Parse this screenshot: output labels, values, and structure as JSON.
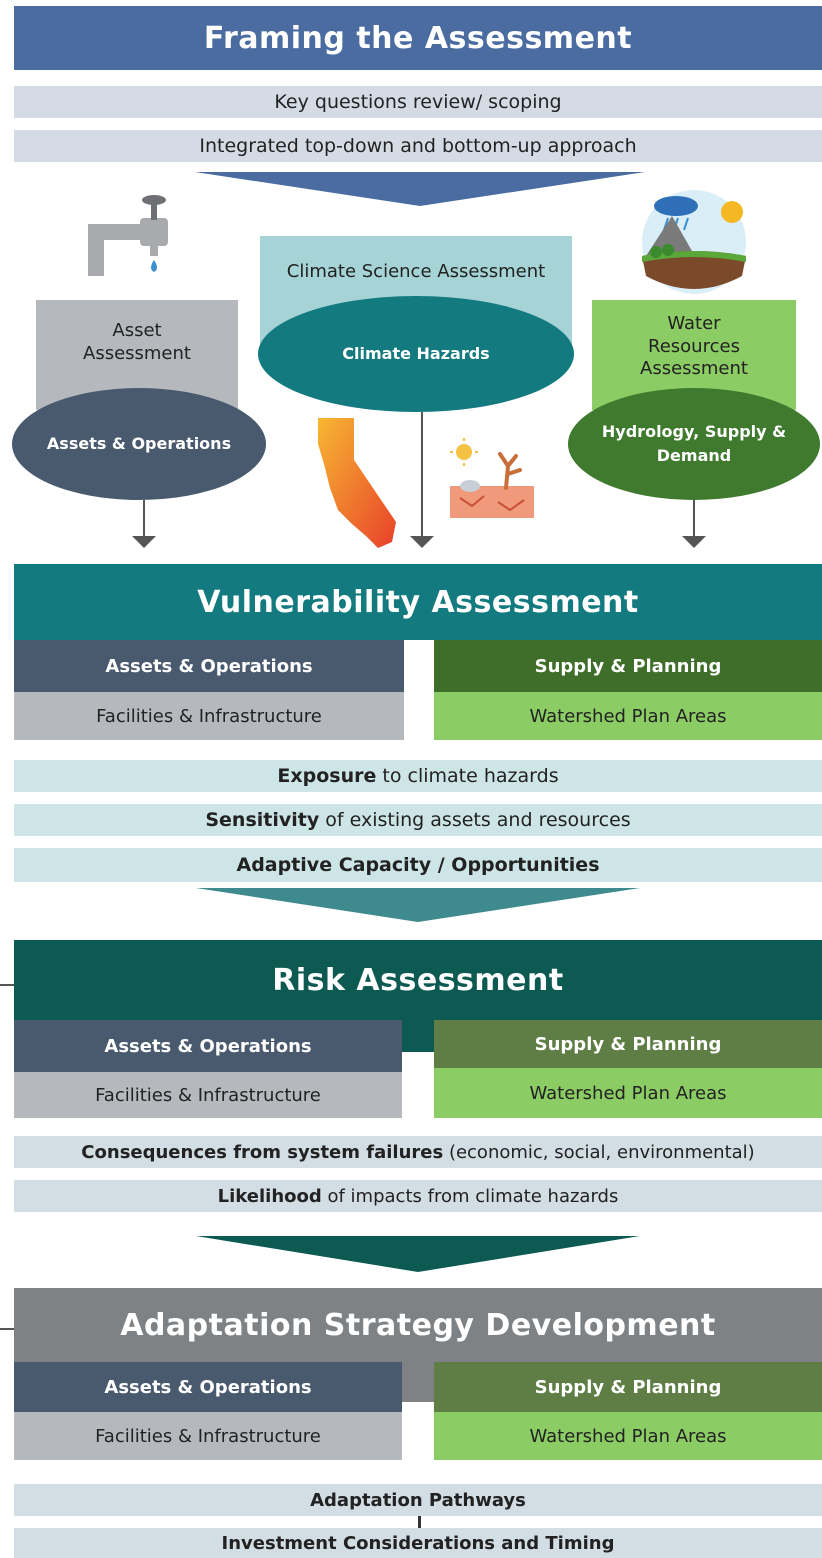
{
  "framing": {
    "title": "Framing the Assessment",
    "bar1": "Key questions review/ scoping",
    "bar2": "Integrated top-down and bottom-up approach"
  },
  "inputs": {
    "asset": {
      "box": "Asset\nAssessment",
      "ellipse": "Assets & Operations"
    },
    "climate": {
      "box": "Climate Science Assessment",
      "ellipse": "Climate Hazards"
    },
    "water": {
      "box": "Water\nResources\nAssessment",
      "ellipse": "Hydrology, Supply &\nDemand"
    }
  },
  "vulnerability": {
    "title": "Vulnerability Assessment",
    "left_head": "Assets & Operations",
    "left_sub": "Facilities & Infrastructure",
    "right_head": "Supply & Planning",
    "right_sub": "Watershed Plan Areas",
    "item1_bold": "Exposure",
    "item1_rest": " to climate hazards",
    "item2_bold": "Sensitivity",
    "item2_rest": " of existing assets and resources",
    "item3": "Adaptive Capacity / Opportunities"
  },
  "risk": {
    "title": "Risk Assessment",
    "left_head": "Assets & Operations",
    "left_sub": "Facilities & Infrastructure",
    "right_head": "Supply & Planning",
    "right_sub": "Watershed Plan Areas",
    "item1_bold": "Consequences from system failures",
    "item1_rest": " (economic, social, environmental)",
    "item2_bold": "Likelihood",
    "item2_rest": " of impacts from climate hazards"
  },
  "adaptation": {
    "title": "Adaptation Strategy Development",
    "left_head": "Assets & Operations",
    "left_sub": "Facilities & Infrastructure",
    "right_head": "Supply & Planning",
    "right_sub": "Watershed Plan Areas",
    "item1": "Adaptation Pathways",
    "item2": "Investment Considerations and Timing"
  },
  "colors": {
    "framing": "#4a6ca0",
    "teal": "#137a7f",
    "dark_green": "#0d5a52",
    "adapt_grey": "#7f8285",
    "slate": "#4a5a6e",
    "light_grey": "#b5b9bd",
    "green_head": "#4a7a30",
    "green_sub": "#8ccc64"
  }
}
